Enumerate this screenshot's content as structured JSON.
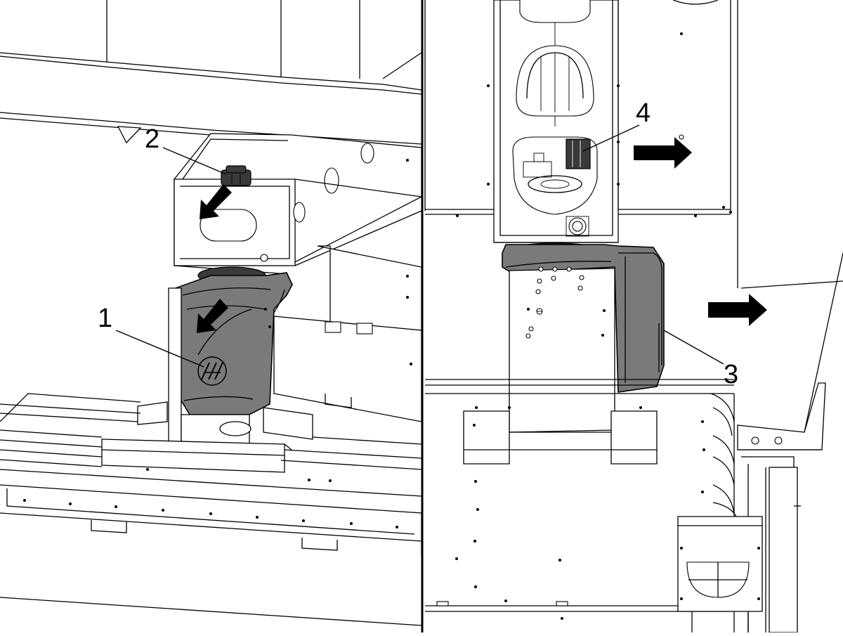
{
  "figure": {
    "left_panel": {
      "callouts": [
        {
          "id": "1",
          "label": "1"
        },
        {
          "id": "2",
          "label": "2"
        }
      ]
    },
    "right_panel": {
      "callouts": [
        {
          "id": "3",
          "label": "3"
        },
        {
          "id": "4",
          "label": "4"
        }
      ]
    },
    "colors": {
      "cover_fill": "#7a7a7a",
      "line": "#000000",
      "background": "#ffffff"
    },
    "icons": [
      "arrow-icon",
      "haas-logo-icon"
    ]
  }
}
